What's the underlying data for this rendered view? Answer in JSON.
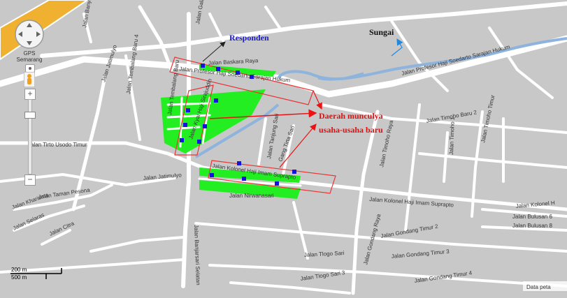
{
  "colors": {
    "background": "#c8c8c8",
    "road": "#ffffff",
    "river": "#8eb3dc",
    "highway": "#f0b030",
    "green_area": "#22ee22",
    "marker": "#1414dd",
    "box": "#ee3333",
    "arrow_red": "#ee1111",
    "arrow_blue": "#2288dd",
    "label_responden": "#1a1acc",
    "label_daerah": "#dd1111"
  },
  "controls": {
    "gps_label": "GPS",
    "gps_city": "Semarang",
    "zoom_in": "+",
    "zoom_out": "−",
    "zoom_level": 0.5
  },
  "scale": {
    "metric": "200 m",
    "imperial": "500 m"
  },
  "attribution": "Data peta",
  "annotations": {
    "responden": "Responden",
    "sungai": "Sungai",
    "daerah_line1": "Daerah munculya",
    "daerah_line2": "usaha-usaha baru"
  },
  "streets": [
    {
      "text": "Jalan Banyu"
    },
    {
      "text": "Jalan Galang Sewu Ra"
    },
    {
      "text": "Jalan Baskara Raya"
    },
    {
      "text": "Jalan Profesor Haji Soedarto Sarajan Hukum"
    },
    {
      "text": "Jalan Profesor Haji Soedarto Sarajan Hukum"
    },
    {
      "text": "Jalan Jatimulyo"
    },
    {
      "text": "Jalan Tembalang Baru 4"
    },
    {
      "text": "Jalan Tembalang Baru"
    },
    {
      "text": "Jalan Kyai Haji Sirajuddin"
    },
    {
      "text": "Jalan Tirto Usodo Timur"
    },
    {
      "text": "Jalan Jatimulyo"
    },
    {
      "text": "Jalan Kharisma"
    },
    {
      "text": "Jalan Taman Pesona"
    },
    {
      "text": "Jalan Selaras"
    },
    {
      "text": "Jalan Citra"
    },
    {
      "text": "Jalan Tanjung Sari"
    },
    {
      "text": "Gang Tirta Sari"
    },
    {
      "text": "Jalan Kolonel Haji Imam Suprapto"
    },
    {
      "text": "Jalan Nirwanasari"
    },
    {
      "text": "Jalan Banjarsari Selatan"
    },
    {
      "text": "Jalan Timoho Baru 2"
    },
    {
      "text": "Jalan Timoho Raya"
    },
    {
      "text": "Jalan Timoho 1"
    },
    {
      "text": "Jalan Timoho Timur"
    },
    {
      "text": "Jalan Kolonel Haji Imam Suprapto"
    },
    {
      "text": "Jalan Kolonel H"
    },
    {
      "text": "Jalan Bulusan 6"
    },
    {
      "text": "Jalan Bulusan 8"
    },
    {
      "text": "Jalan Gondang Timur 2"
    },
    {
      "text": "Jalan Gondang Raya"
    },
    {
      "text": "Jalan Tlogo Sari"
    },
    {
      "text": "Jalan Gondang Timur 3"
    },
    {
      "text": "Jalan Tlogo Sari 3"
    },
    {
      "text": "Jalan Gondang Timur 4"
    }
  ]
}
